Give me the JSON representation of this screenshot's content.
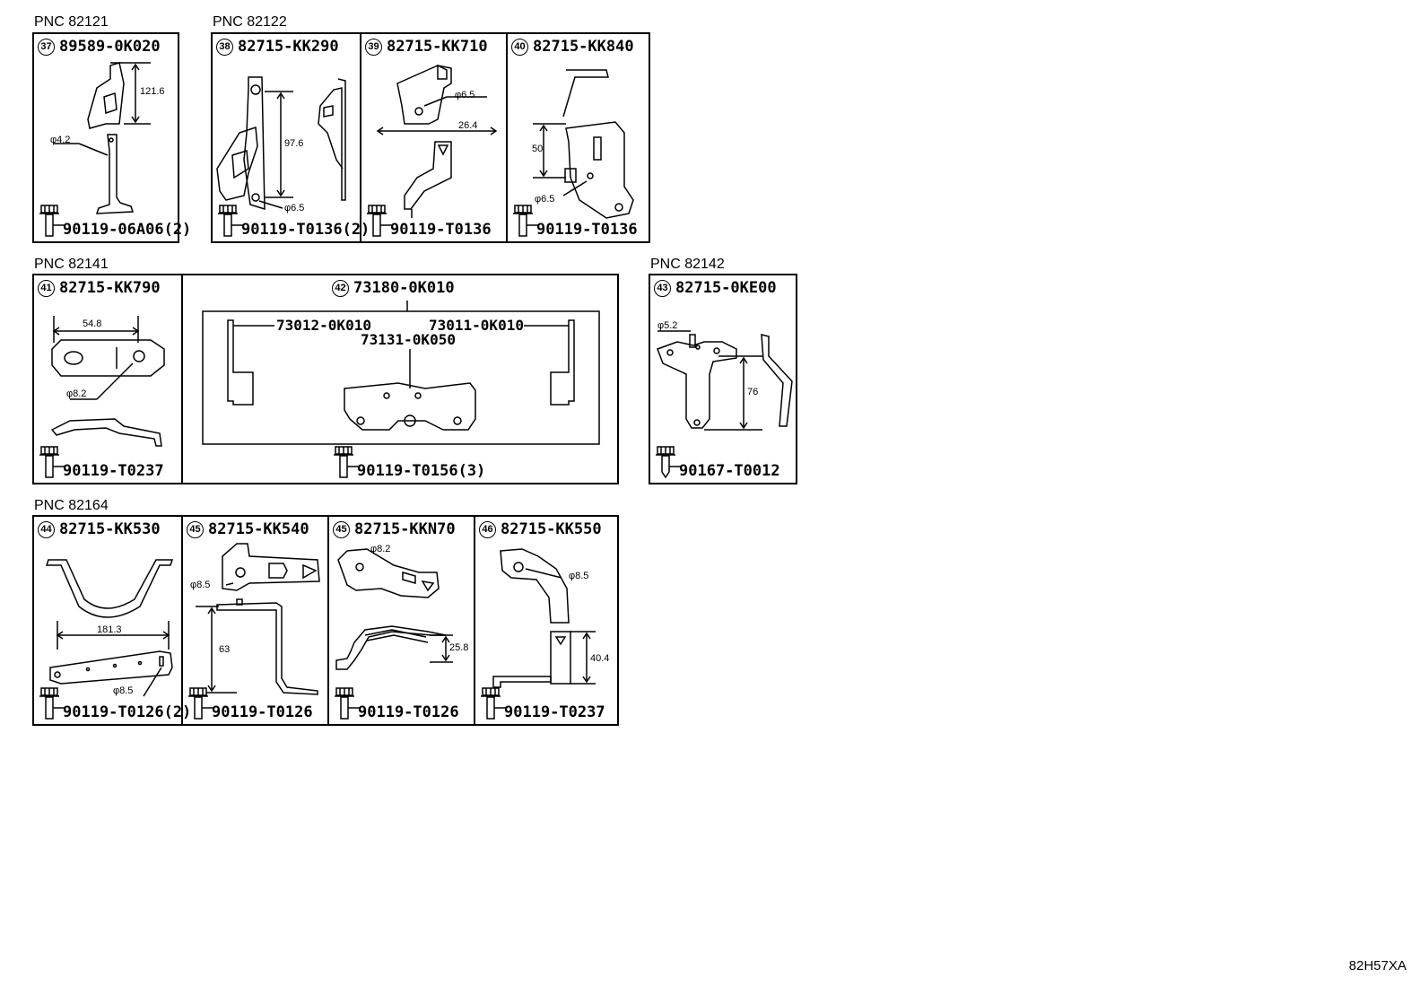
{
  "pnc": {
    "p1": "PNC 82121",
    "p2": "PNC 82122",
    "p3": "PNC 82141",
    "p4": "PNC 82142",
    "p5": "PNC 82164"
  },
  "items": {
    "i37": {
      "num": "37",
      "part": "89589-0K020",
      "bolt": "90119-06A06(2)",
      "dims": [
        "121.6",
        "φ4.2"
      ]
    },
    "i38": {
      "num": "38",
      "part": "82715-KK290",
      "bolt": "90119-T0136(2)",
      "dims": [
        "97.6",
        "φ6.5"
      ]
    },
    "i39": {
      "num": "39",
      "part": "82715-KK710",
      "bolt": "90119-T0136",
      "dims": [
        "φ6.5",
        "26.4"
      ]
    },
    "i40": {
      "num": "40",
      "part": "82715-KK840",
      "bolt": "90119-T0136",
      "dims": [
        "50",
        "φ6.5"
      ]
    },
    "i41": {
      "num": "41",
      "part": "82715-KK790",
      "bolt": "90119-T0237",
      "dims": [
        "54.8",
        "φ8.2"
      ]
    },
    "i42": {
      "num": "42",
      "part": "73180-0K010",
      "bolt": "90119-T0156(3)",
      "subparts": [
        "73012-0K010",
        "73011-0K010",
        "73131-0K050"
      ]
    },
    "i43": {
      "num": "43",
      "part": "82715-0KE00",
      "bolt": "90167-T0012",
      "dims": [
        "φ5.2",
        "76"
      ]
    },
    "i44": {
      "num": "44",
      "part": "82715-KK530",
      "bolt": "90119-T0126(2)",
      "dims": [
        "181.3",
        "φ8.5"
      ]
    },
    "i45a": {
      "num": "45",
      "part": "82715-KK540",
      "bolt": "90119-T0126",
      "dims": [
        "φ8.5",
        "63"
      ]
    },
    "i45b": {
      "num": "45",
      "part": "82715-KKN70",
      "bolt": "90119-T0126",
      "dims": [
        "φ8.2",
        "25.8"
      ]
    },
    "i46": {
      "num": "46",
      "part": "82715-KK550",
      "bolt": "90119-T0237",
      "dims": [
        "φ8.5",
        "40.4"
      ]
    }
  },
  "diagram_code": "82H57XA"
}
